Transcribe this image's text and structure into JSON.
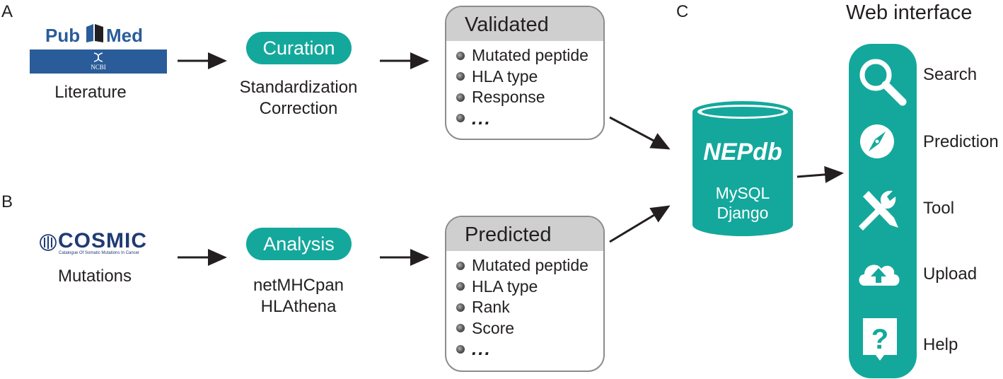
{
  "panels": {
    "a": "A",
    "b": "B",
    "c": "C"
  },
  "pubmed": {
    "logo_left": "Pub",
    "logo_right": "Med",
    "ncbi": "NCBI",
    "caption": "Literature"
  },
  "cosmic": {
    "logo": "COSMIC",
    "tagline": "Catalogue Of Somatic Mutations In Cancer",
    "caption": "Mutations"
  },
  "curation": {
    "pill": "Curation",
    "line1": "Standardization",
    "line2": "Correction"
  },
  "analysis": {
    "pill": "Analysis",
    "line1": "netMHCpan",
    "line2": "HLAthena"
  },
  "validated": {
    "title": "Validated",
    "items": [
      "Mutated peptide",
      "HLA type",
      "Response",
      "..."
    ]
  },
  "predicted": {
    "title": "Predicted",
    "items": [
      "Mutated peptide",
      "HLA type",
      "Rank",
      "Score",
      "..."
    ]
  },
  "database": {
    "name": "NEPdb",
    "line1": "MySQL",
    "line2": "Django"
  },
  "web": {
    "title": "Web interface",
    "items": [
      {
        "label": "Search",
        "icon": "search-icon"
      },
      {
        "label": "Prediction",
        "icon": "compass-icon"
      },
      {
        "label": "Tool",
        "icon": "tools-icon"
      },
      {
        "label": "Upload",
        "icon": "cloud-upload-icon"
      },
      {
        "label": "Help",
        "icon": "help-icon"
      }
    ]
  },
  "colors": {
    "teal": "#14a89c",
    "pubmed_blue": "#2a5c9a",
    "cosmic_blue": "#1f3b73",
    "box_header": "#cfcfcf",
    "box_border": "#8c8c8c",
    "text": "#231f20"
  }
}
